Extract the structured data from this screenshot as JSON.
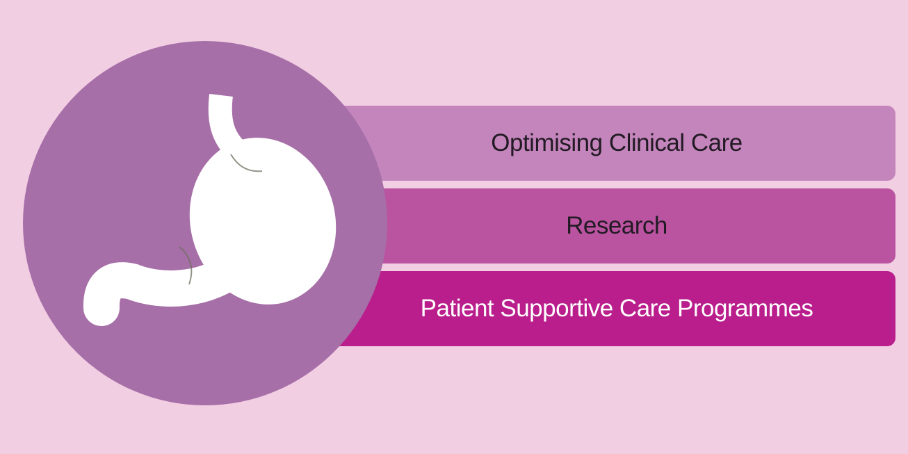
{
  "background_color": "#f2cee3",
  "icon_badge": {
    "shape": "circle",
    "fill": "#a76fa8",
    "icon": "stomach-icon",
    "icon_color": "#ffffff",
    "detail_line_color": "#6f6f60"
  },
  "bars": [
    {
      "label": "Optimising Clinical Care",
      "fill": "#c385bb",
      "text_color": "#221a24"
    },
    {
      "label": "Research",
      "fill": "#ba53a0",
      "text_color": "#221a24"
    },
    {
      "label": "Patient Supportive Care Programmes",
      "fill": "#b91e8c",
      "text_color": "#ffffff"
    }
  ]
}
